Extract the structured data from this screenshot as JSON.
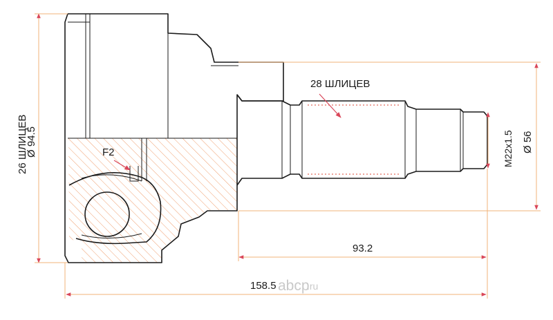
{
  "labels": {
    "outer_splines": "28 ШЛИЦЕВ",
    "inner_splines": "26 ШЛИЦЕВ",
    "outer_diameter": "Ø 94.5",
    "detail": "F2",
    "thread": "M22x1.5",
    "shaft_diameter": "Ø 56",
    "stub_length": "93.2",
    "total_length": "158.5"
  },
  "watermark": {
    "brand": "abcp",
    "tld": ".ru"
  },
  "colors": {
    "outline": "#1a1a1a",
    "dimension_line": "#f2b37a",
    "arrow": "#d9475a",
    "hatch": "#f0a070",
    "watermark": "#c9c9c9"
  }
}
